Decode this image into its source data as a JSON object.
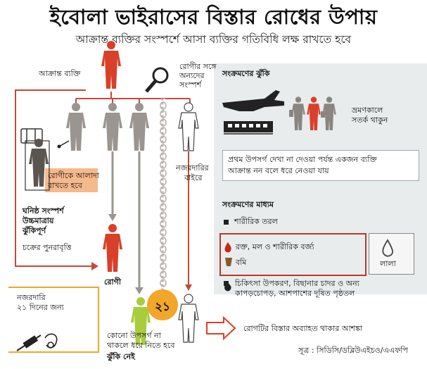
{
  "title": "ইবোলা ভাইরাসের বিস্তার রোধের উপায়",
  "subtitle": "আক্রান্ত ব্যক্তির সংস্পর্শে আসা ব্যক্তির গতিবিধি লক্ষ রাখতে হবে",
  "labels": {
    "infected_person": "আক্রান্ত ব্যক্তি",
    "contact_tracing_1": "রোগীর সঙ্গে",
    "contact_tracing_2": "অন্যদের",
    "contact_tracing_3": "সংস্পর্শ",
    "isolate_1": "রোগীকে আলাদা",
    "isolate_2": "রাখতে হবে",
    "close_contact_1": "ঘনিষ্ঠ সংস্পর্শ",
    "close_contact_2": "উচ্চমাত্রায়",
    "close_contact_3": "ঝুঁকিপূর্ণ",
    "cycle_repeat": "চক্রের পুনরাবৃত্তি",
    "patient": "রোগী",
    "surveillance_1": "নজরদারি",
    "surveillance_2": "২১ দিনের জন্য",
    "beyond_surveillance_1": "নজরদারির",
    "beyond_surveillance_2": "বাইরে",
    "no_symptom_1": "কোনো উপসর্গ না",
    "no_symptom_2": "থাকলে ধরে নিতে হবে",
    "no_risk": "ঝুঁকি নেই",
    "badge_days": "২১",
    "continued_spread": "রোগটির বিস্তার অব্যাহত থাকার আশঙ্কা",
    "source": "সূত্র : সিডিসি/ডব্লিউএইচও/এএফপি"
  },
  "panel": {
    "risk_heading": "সংক্রমণের ঝুঁকি",
    "travel_1": "ভ্রমণকালে",
    "travel_2": "সতর্ক থাকুন",
    "note_1": "প্রথম উপসর্গ দেখা না দেওয়া পর্যন্ত একজন ব্যক্তি",
    "note_2": "আক্রান্ত নন বলে ধরে নেওয়া যায়",
    "transmission_heading": "সংক্রমণের মাধ্যম",
    "body_fluids": "শারীরিক তরল",
    "blood_etc": "রক্ত, মল ও শারীরিক বর্জ্য",
    "vomit": "বমি",
    "saliva": "লালা",
    "equipment_1": "চিকিৎসা উপকরণ, বিছানার চাদর ও অন্য",
    "equipment_2": "কাপড়চোপড়, আশপাশের দূষিত পৃষ্ঠতল"
  },
  "colors": {
    "infected": "#d8402a",
    "contact": "#9a9590",
    "healthy": "#a8cc3c",
    "badge": "#f2a62a",
    "arrow_red": "#d8402a",
    "panel_bg": "#e8eced",
    "isolate_bg": "#f6b98c"
  },
  "icons": [
    "magnifier-icon",
    "airplane-icon",
    "train-icon",
    "blood-drop-icon",
    "cup-icon",
    "water-drop-icon",
    "syringe-icon",
    "stethoscope-icon",
    "luggage-icon"
  ]
}
